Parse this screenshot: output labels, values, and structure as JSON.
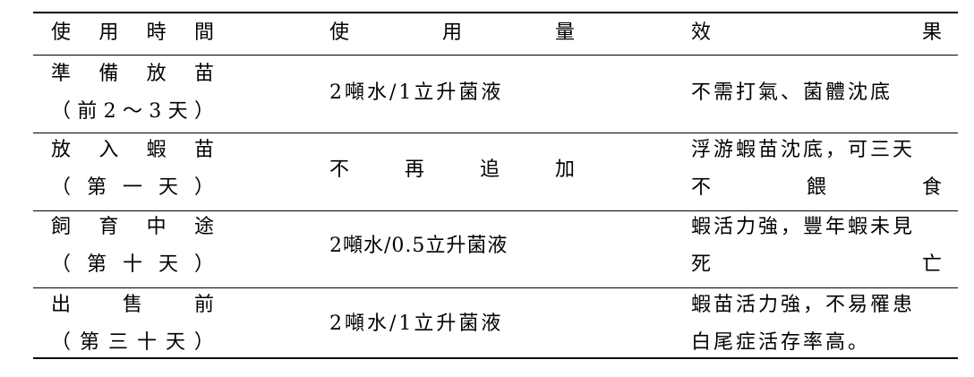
{
  "table": {
    "headers": [
      "使用時間",
      "使用量",
      "效果"
    ],
    "rows": [
      {
        "time": [
          "準備放苗",
          "（前2～3天）"
        ],
        "amount": "2噸水/1立升菌液",
        "effect": [
          "不需打氣、菌體沈底"
        ]
      },
      {
        "time": [
          "放入蝦苗",
          "（第一天）"
        ],
        "amount": "不再追加",
        "effect": [
          "浮游蝦苗沈底，可三天",
          "不餵食"
        ]
      },
      {
        "time": [
          "飼育中途",
          "（第十天）"
        ],
        "amount": "2噸水/0.5立升菌液",
        "effect": [
          "蝦活力強，豐年蝦未見",
          "死亡"
        ]
      },
      {
        "time": [
          "出售前",
          "（第三十天）"
        ],
        "amount": "2噸水/1立升菌液",
        "effect": [
          "蝦苗活力強，不易罹患",
          "白尾症活存率高。"
        ]
      }
    ]
  }
}
